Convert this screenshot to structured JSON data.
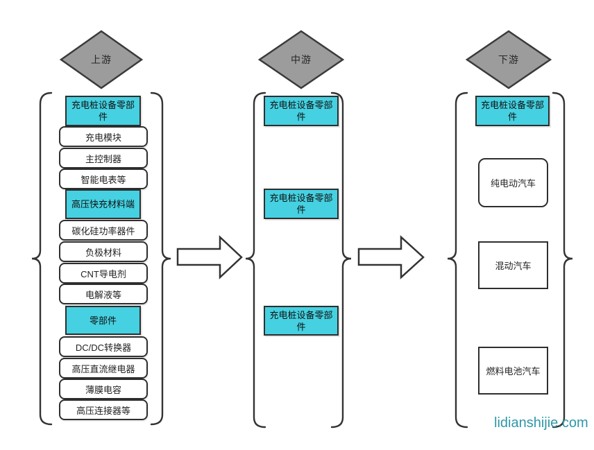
{
  "watermark": {
    "text": "lidianshijie.com",
    "color": "#2e97a8"
  },
  "colors": {
    "accent_cyan": "#45d1e1",
    "diamond_gray": "#9c9c9c",
    "line_dark": "#333333",
    "box_border": "#2e2e2e"
  },
  "columns": [
    {
      "stage": "上游",
      "groups": [
        {
          "header": "充电桩设备零部件",
          "items": [
            "充电模块",
            "主控制器",
            "智能电表等"
          ]
        },
        {
          "header": "高压快充材料端",
          "items": [
            "碳化硅功率器件",
            "负极材料",
            "CNT导电剂",
            "电解液等"
          ]
        },
        {
          "header": "零部件",
          "items": [
            "DC/DC转换器",
            "高压直流继电器",
            "薄膜电容",
            "高压连接器等"
          ]
        }
      ]
    },
    {
      "stage": "中游",
      "boxes": [
        "充电桩设备零部件",
        "充电桩设备零部件",
        "充电桩设备零部件"
      ]
    },
    {
      "stage": "下游",
      "header": "充电桩设备零部件",
      "items": [
        "纯电动汽车",
        "混动汽车",
        "燃料电池汽车"
      ]
    }
  ]
}
